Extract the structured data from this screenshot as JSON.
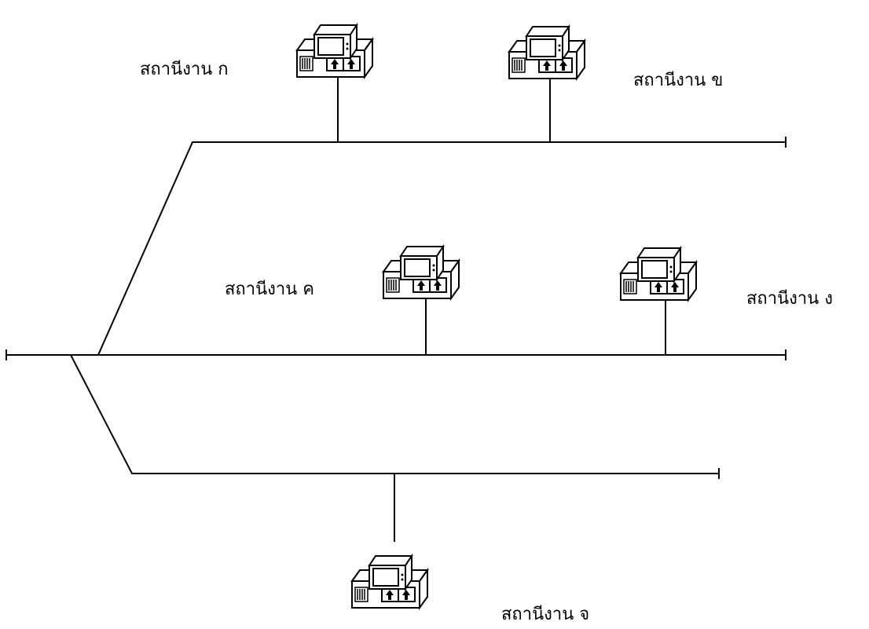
{
  "diagram": {
    "stations": [
      {
        "id": "a",
        "label": "สถานีงาน ก"
      },
      {
        "id": "b",
        "label": "สถานีงาน ข"
      },
      {
        "id": "c",
        "label": "สถานีงาน ค"
      },
      {
        "id": "d",
        "label": "สถานีงาน ง"
      },
      {
        "id": "e",
        "label": "สถานีงาน จ"
      }
    ]
  }
}
